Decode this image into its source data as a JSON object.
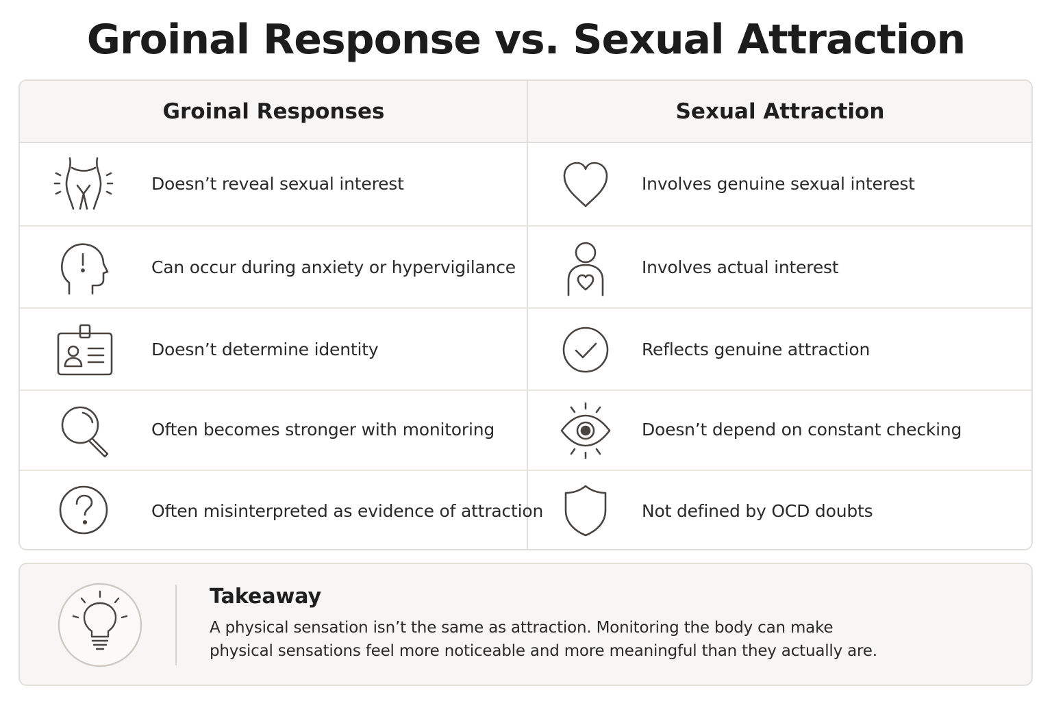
{
  "title": "Groinal Response vs. Sexual Attraction",
  "columns": {
    "left_header": "Groinal Responses",
    "right_header": "Sexual Attraction"
  },
  "rows": [
    {
      "left_icon": "groin-body-icon",
      "left_text": "Doesn’t reveal sexual interest",
      "right_icon": "heart-icon",
      "right_text": "Involves genuine sexual interest"
    },
    {
      "left_icon": "head-exclamation-icon",
      "left_text": "Can occur during anxiety or hypervigilance",
      "right_icon": "person-heart-icon",
      "right_text": "Involves actual interest"
    },
    {
      "left_icon": "id-badge-icon",
      "left_text": "Doesn’t determine identity",
      "right_icon": "check-circle-icon",
      "right_text": "Reflects genuine attraction"
    },
    {
      "left_icon": "magnifier-icon",
      "left_text": "Often becomes stronger with monitoring",
      "right_icon": "eye-icon",
      "right_text": "Doesn’t depend on constant checking"
    },
    {
      "left_icon": "question-circle-icon",
      "left_text": "Often misinterpreted as evidence of attraction",
      "right_icon": "shield-icon",
      "right_text": "Not defined by OCD doubts"
    }
  ],
  "takeaway": {
    "icon": "lightbulb-icon",
    "title": "Takeaway",
    "line1": "A physical sensation isn’t the same as attraction. Monitoring the body can make",
    "line2": "physical sensations feel more noticeable and more meaningful than they actually are."
  },
  "colors": {
    "icon_stroke": "#4a4440",
    "border": "#e2dfdb",
    "header_bg": "#f7f6f4"
  }
}
